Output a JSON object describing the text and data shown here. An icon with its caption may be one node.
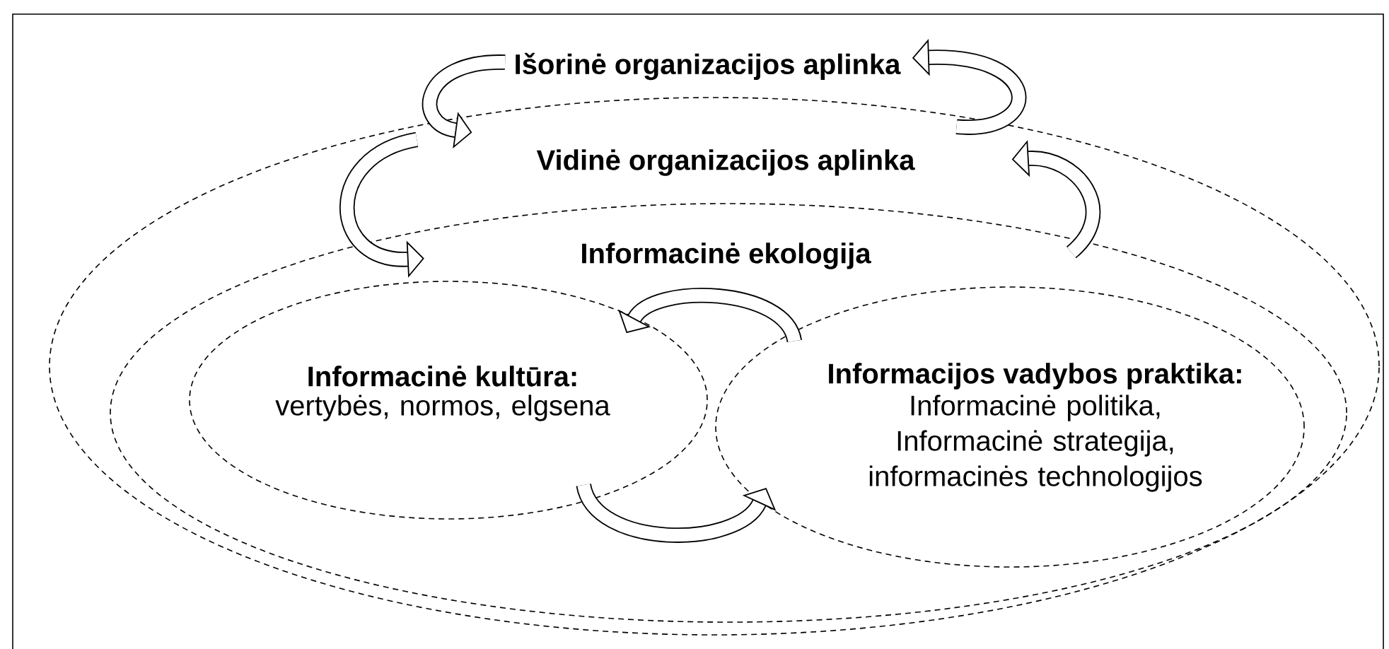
{
  "diagram": {
    "nodes": [
      {
        "text": [
          "Išorinė organizacijos aplinka"
        ]
      },
      {
        "text": [
          "Vidinė organizacijos aplinka"
        ]
      },
      {
        "text": [
          "Informacinė ekologija"
        ],
        "in": 1
      },
      {
        "text": [
          "Informacinė kultūra:",
          "vertybės, normos, elgsena"
        ],
        "in": 2
      },
      {
        "text": [
          "Informacijos vadybos praktika:",
          "Informacinė politika, Informacinė strategija, informacinės technologijos"
        ],
        "in": 2
      }
    ],
    "edges": [
      {
        "from": 0,
        "to": 1,
        "arrow": "to"
      },
      {
        "from": 1,
        "to": 0,
        "arrow": "to"
      },
      {
        "from": 1,
        "to": 2,
        "arrow": "to"
      },
      {
        "from": 2,
        "to": 1,
        "arrow": "to"
      },
      {
        "from": 4,
        "to": 3,
        "arrow": "to"
      },
      {
        "from": 3,
        "to": 4,
        "arrow": "to"
      }
    ]
  }
}
